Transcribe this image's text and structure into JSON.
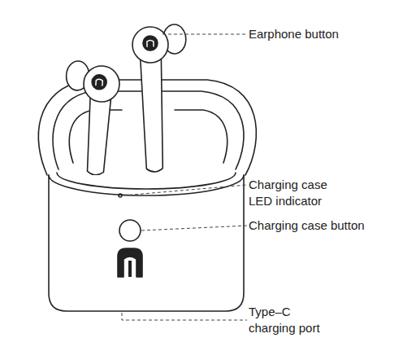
{
  "diagram": {
    "labels": [
      "Earphone button",
      "Charging case LED indicator",
      "Charging case button",
      "Type–C charging port"
    ]
  }
}
